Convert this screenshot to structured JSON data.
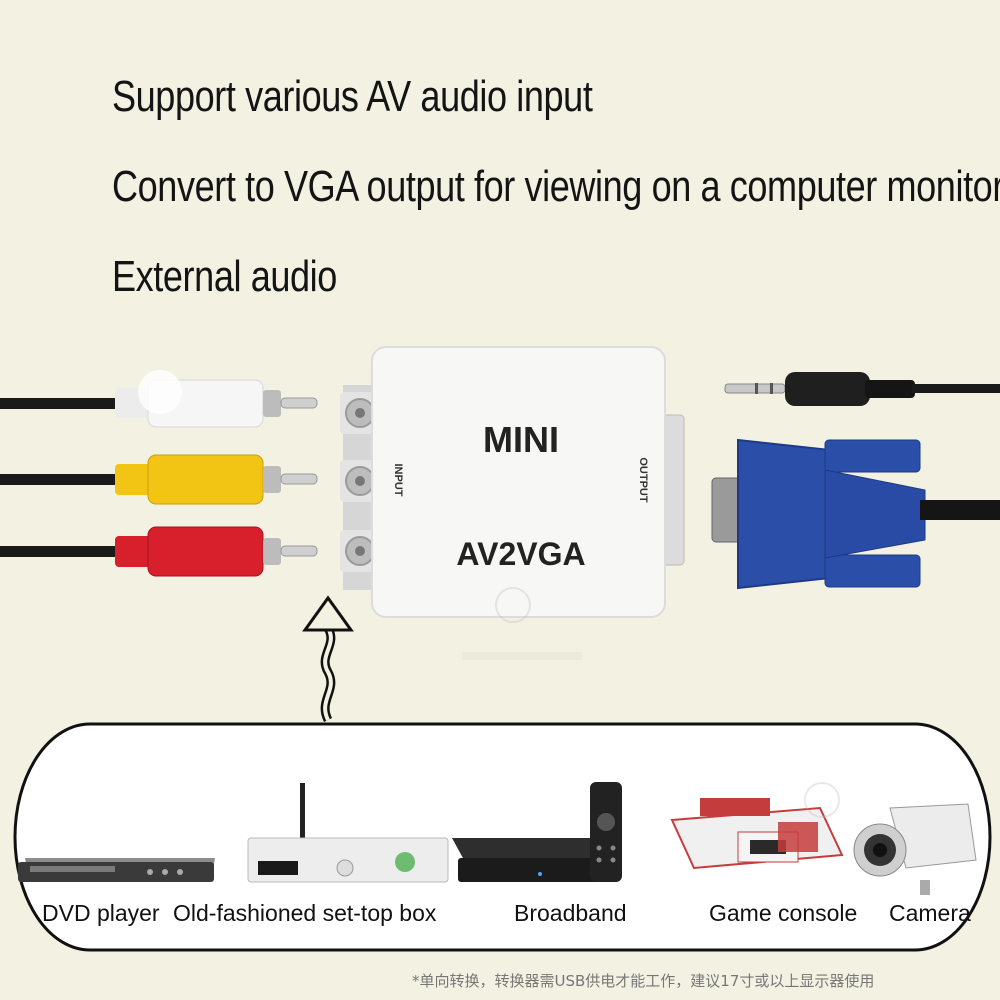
{
  "headline": {
    "line1": "Support various AV audio input",
    "line2": "Convert to VGA output for viewing on a computer monitor",
    "line3": "External audio"
  },
  "converter": {
    "title": "MINI",
    "model": "AV2VGA",
    "input_label": "INPUT",
    "output_label": "OUTPUT"
  },
  "cables": {
    "rca_colors": [
      "#f4f4f4",
      "#f2c414",
      "#d8202c"
    ],
    "vga_color": "#2b4ea8"
  },
  "devices": [
    {
      "label": "DVD player",
      "icon": "dvd-player-icon"
    },
    {
      "label": "Old-fashioned set-top box",
      "icon": "set-top-box-icon"
    },
    {
      "label": "Broadband",
      "icon": "broadband-box-icon"
    },
    {
      "label": "Game console",
      "icon": "game-console-icon"
    },
    {
      "label": "Camera",
      "icon": "camera-icon"
    }
  ],
  "footnote": "*单向转换，转换器需USB供电才能工作，建议17寸或以上显示器使用"
}
